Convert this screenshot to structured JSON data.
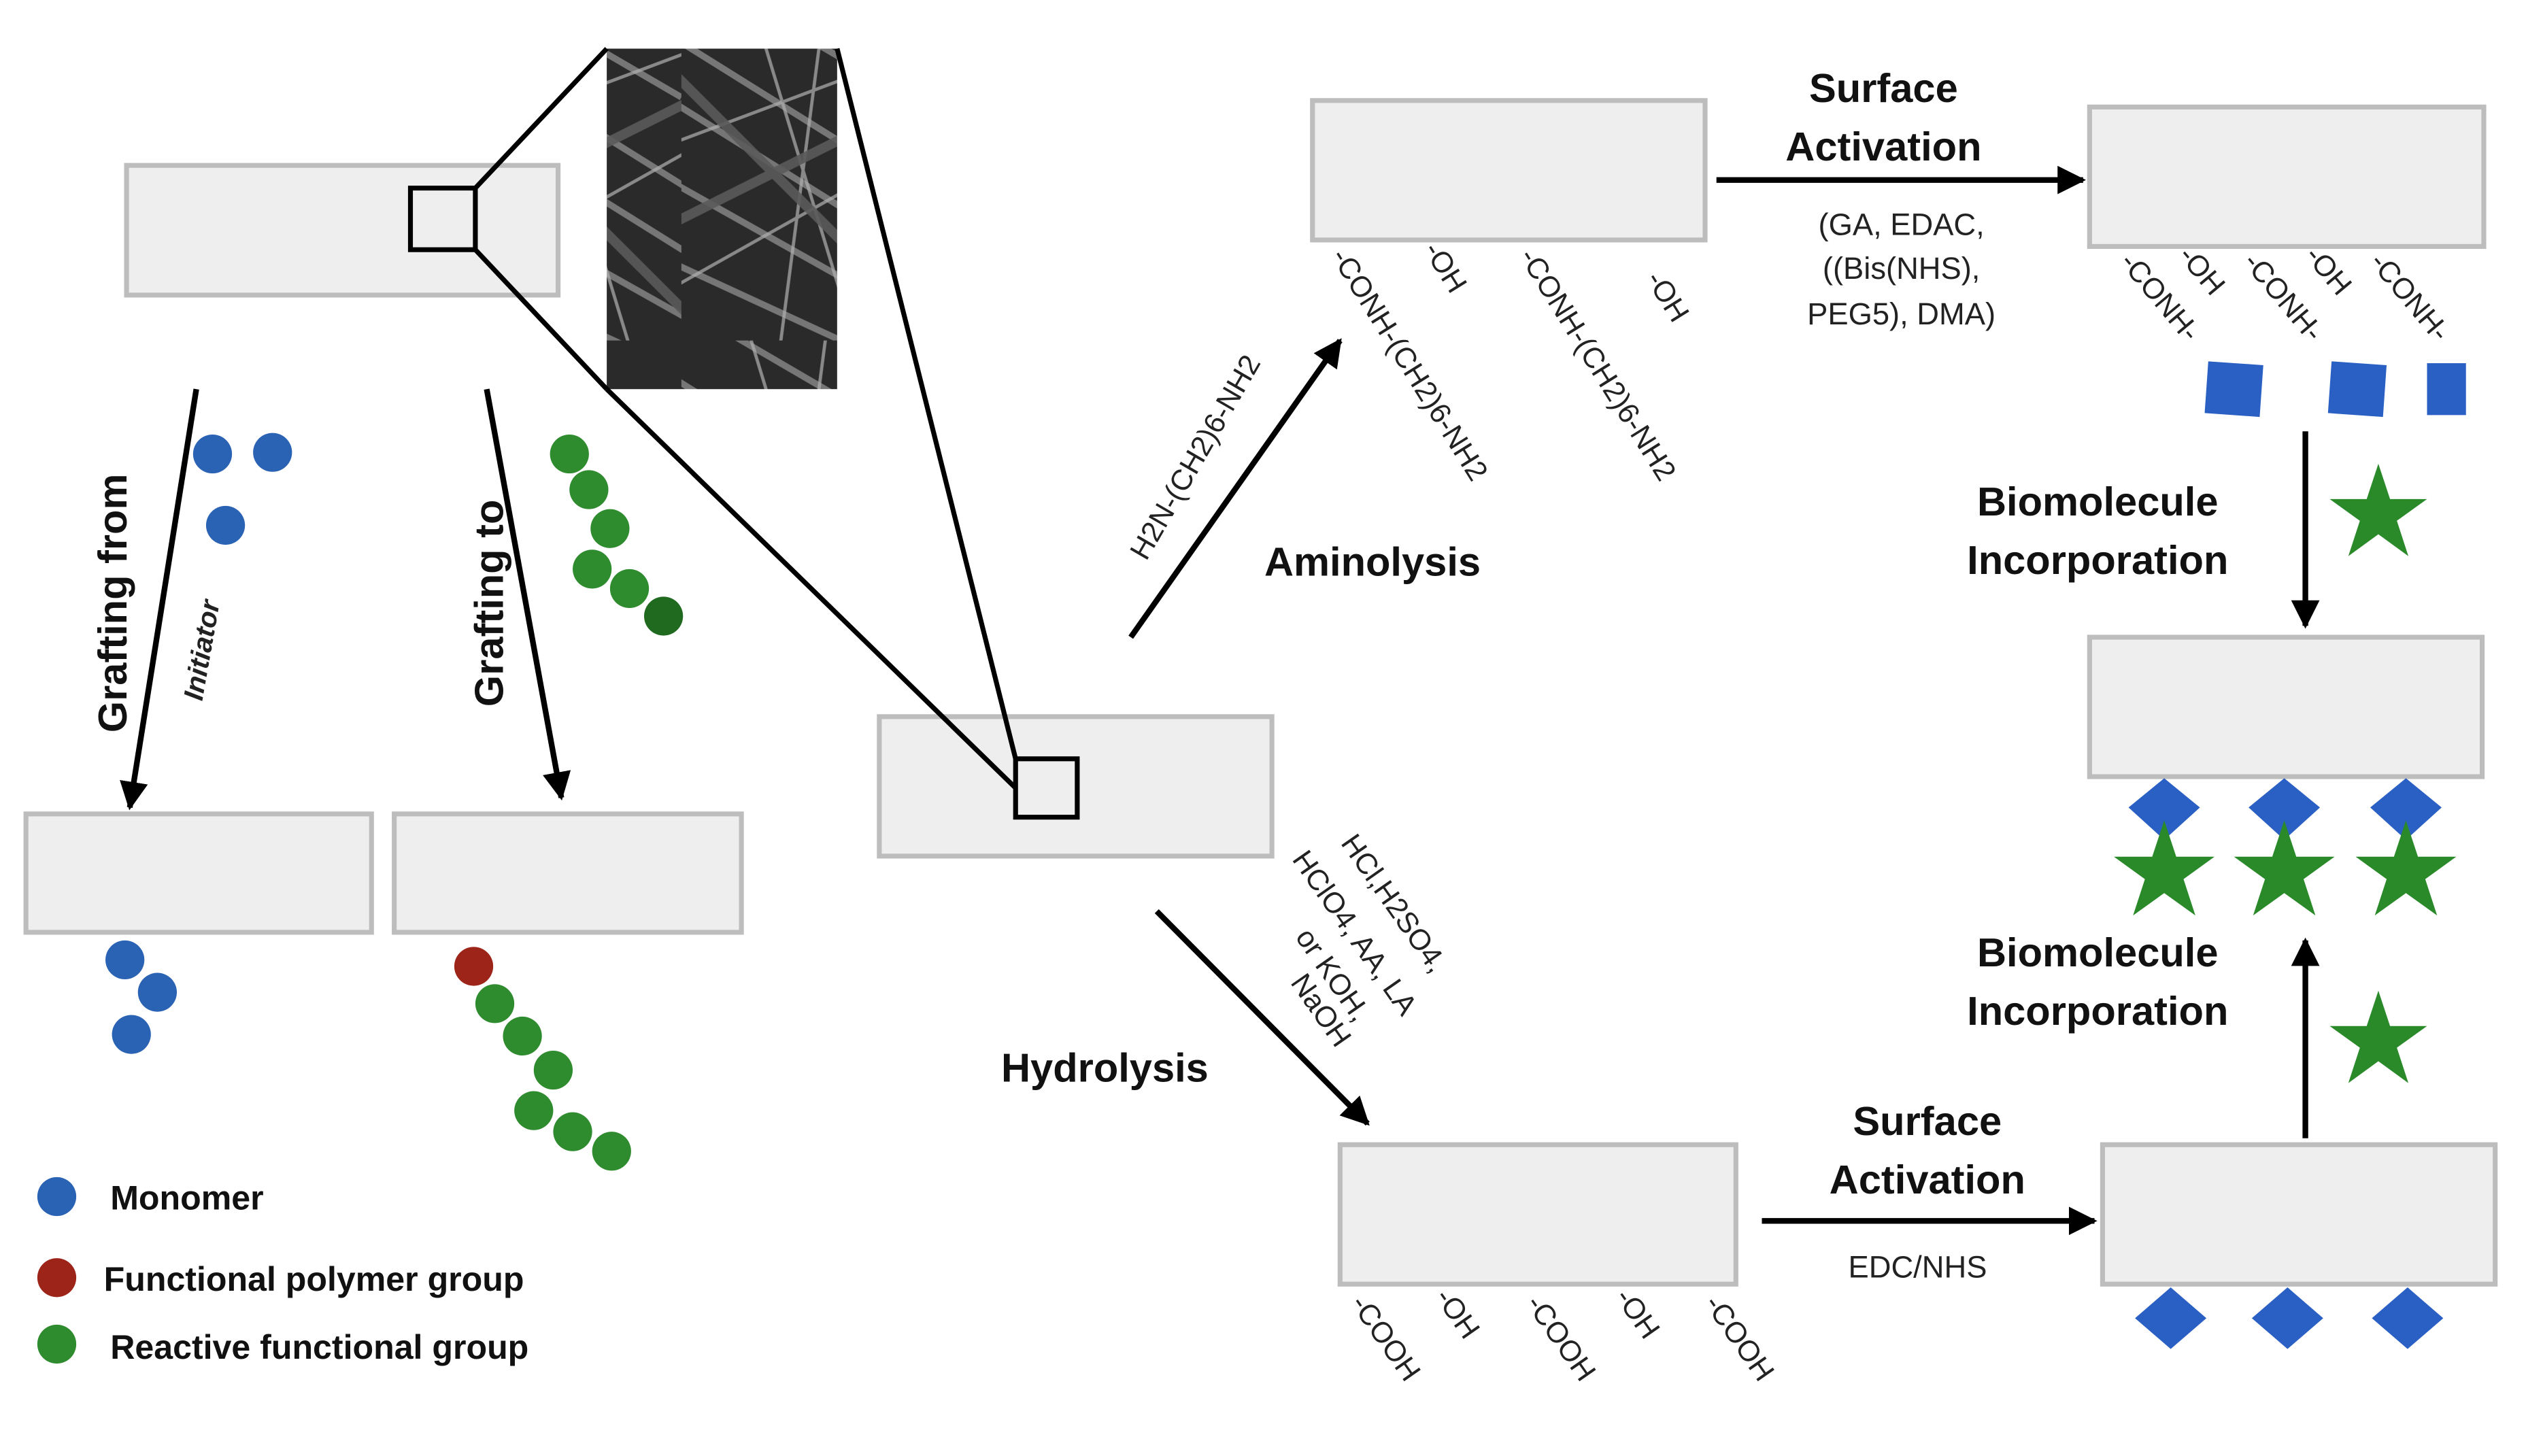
{
  "labels": {
    "grafting_from": "Grafting from",
    "initiator": "Initiator",
    "grafting_to": "Grafting to",
    "aminolysis": "Aminolysis",
    "aminolysis_reagent": "H2N-(CH2)6-NH2",
    "hydrolysis": "Hydrolysis",
    "hydrolysis_reagents": [
      "HCl,H2SO4,",
      "HClO4, AA, LA",
      "or KOH,",
      "NaOH"
    ],
    "surface_activation": [
      "Surface",
      "Activation"
    ],
    "activation_reagents_top": [
      "(GA, EDAC,",
      "((Bis(NHS),",
      "PEG5), DMA)"
    ],
    "activation_reagents_bottom": "EDC/NHS",
    "biomolecule_incorporation": [
      "Biomolecule",
      "Incorporation"
    ]
  },
  "groups": {
    "amine_groups": [
      "-CONH-(CH2)6-NH2",
      "-OH",
      "-CONH-(CH2)6-NH2",
      "-OH"
    ],
    "activated_groups": [
      "-CONH-",
      "-OH",
      "-CONH-",
      "-OH",
      "-CONH-"
    ],
    "hydrolysis_groups": [
      "-COOH",
      "-OH",
      "-COOH",
      "-OH",
      "-COOH"
    ]
  },
  "legend": [
    {
      "label": "Monomer",
      "color": "#2a62b4"
    },
    {
      "label": "Functional polymer group",
      "color": "#9c2418"
    },
    {
      "label": "Reactive functional group",
      "color": "#2e8b2e"
    }
  ],
  "colors": {
    "monomer": "#2a62b4",
    "functional": "#9c2418",
    "reactive": "#2e8b2e",
    "reactive_dark": "#1f6a1f",
    "surface_fill": "#eeeeee",
    "surface_stroke": "#bdbdbd",
    "square": "#2a60c4",
    "diamond": "#2a60c4",
    "star": "#2a8a2a"
  }
}
